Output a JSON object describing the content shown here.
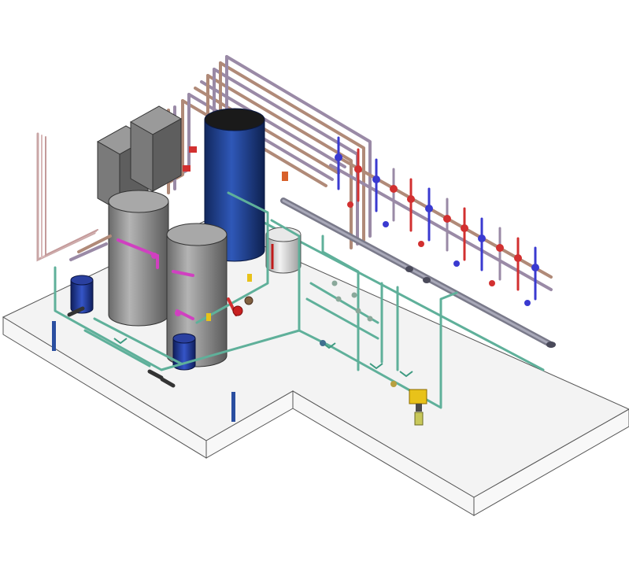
{
  "scene": {
    "subject": "isometric-piping-plant-room",
    "colors": {
      "slab_top": "#f3f3f3",
      "slab_side": "#f7f7f7",
      "slab_edge": "#555555",
      "pipe_mauve": "#9a8aa6",
      "pipe_copper": "#b08a78",
      "pipe_green": "#5fb09a",
      "pipe_blue": "#3a3ad0",
      "pipe_red": "#d23030",
      "pipe_magenta": "#d040c0",
      "tank_grey": "#8e8e8e",
      "tank_blue": "#1f3f8c",
      "boiler_grey": "#6f6f6f",
      "valve_yellow": "#e8c21a",
      "pump_navy": "#1c2f8a"
    },
    "components": [
      "boiler-unit-left",
      "boiler-unit-right",
      "storage-tank-blue",
      "storage-tank-grey-left",
      "storage-tank-grey-right",
      "expansion-vessel",
      "manifold-header",
      "pump-station"
    ]
  }
}
